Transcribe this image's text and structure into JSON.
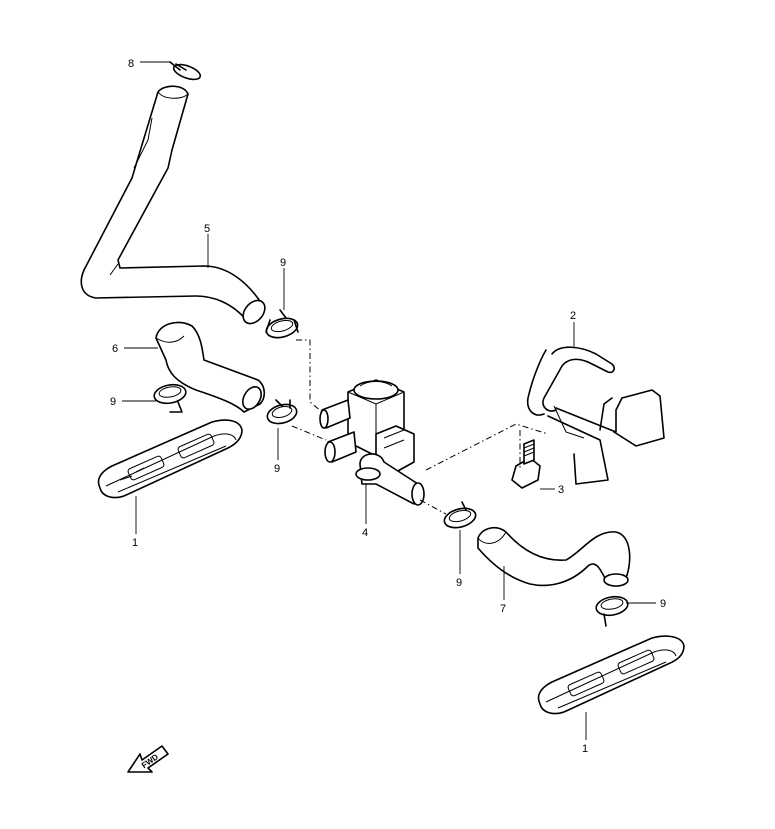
{
  "callouts": {
    "c1a": "1",
    "c1b": "1",
    "c2": "2",
    "c3": "3",
    "c4": "4",
    "c5": "5",
    "c6": "6",
    "c7": "7",
    "c8": "8",
    "c9a": "9",
    "c9b": "9",
    "c9c": "9",
    "c9d": "9",
    "c9e": "9"
  },
  "fwd_label": "FWD"
}
